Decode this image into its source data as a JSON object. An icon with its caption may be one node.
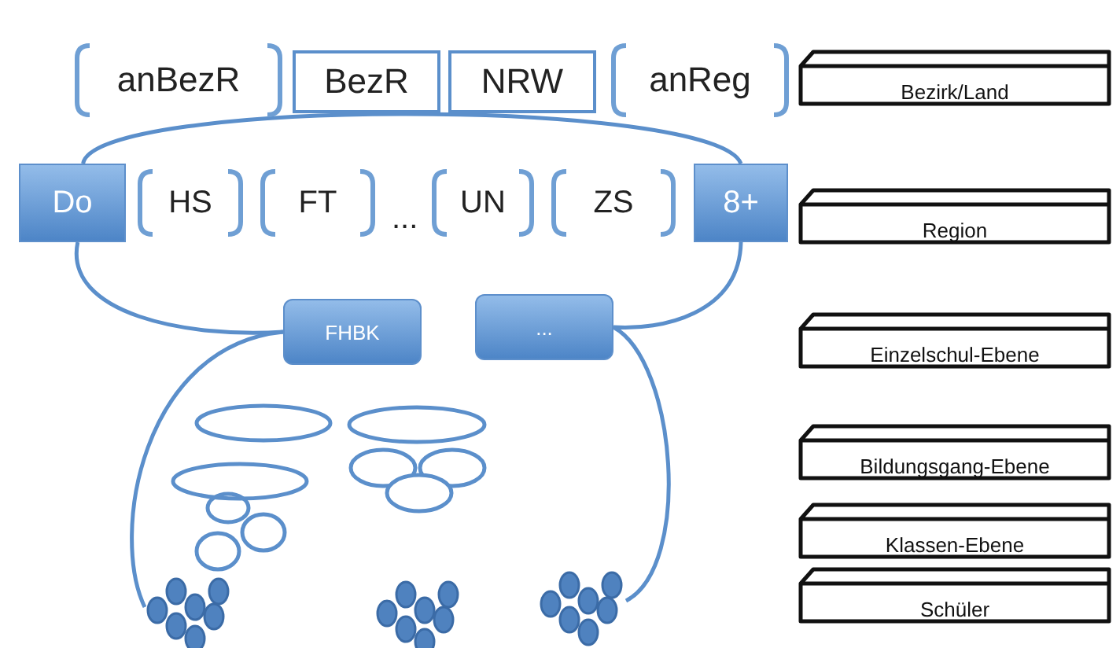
{
  "diagram": {
    "nodes": [
      {
        "text": [
          "anBezR"
        ]
      },
      {
        "text": [
          "BezR"
        ]
      },
      {
        "text": [
          "NRW"
        ]
      },
      {
        "text": [
          "anReg"
        ]
      },
      {
        "text": [
          "Do"
        ]
      },
      {
        "text": [
          "HS"
        ]
      },
      {
        "text": [
          "FT"
        ]
      },
      {
        "text": [
          "UN"
        ]
      },
      {
        "text": [
          "ZS"
        ]
      },
      {
        "text": [
          "8+"
        ]
      },
      {
        "text": [
          "FHBK"
        ]
      },
      {
        "text": [
          "..."
        ]
      },
      {
        "text": [],
        "shape": "ellipse"
      },
      {
        "text": [],
        "shape": "ellipse"
      },
      {
        "text": [],
        "shape": "ellipse"
      },
      {
        "text": [],
        "shape": "ellipse"
      },
      {
        "text": [],
        "shape": "ellipse"
      },
      {
        "text": [],
        "shape": "ellipse"
      },
      {
        "text": [],
        "shape": "ellipse"
      },
      {
        "text": [],
        "shape": "ellipse"
      },
      {
        "text": [],
        "shape": "ellipse"
      },
      {
        "text": [],
        "shape": "dots"
      },
      {
        "text": [],
        "shape": "dots"
      },
      {
        "text": [],
        "shape": "dots"
      },
      {
        "text": [
          "Bezirk/Land"
        ]
      },
      {
        "text": [
          "Region"
        ]
      },
      {
        "text": [
          "Einzelschul-Ebene"
        ]
      },
      {
        "text": [
          "Bildungsgang-Ebene"
        ]
      },
      {
        "text": [
          "Klassen-Ebene"
        ]
      },
      {
        "text": [
          "Schüler"
        ]
      }
    ],
    "edges": [
      {
        "from": 4,
        "to": 9,
        "arrow": "none"
      },
      {
        "from": 4,
        "to": 10,
        "arrow": "none"
      },
      {
        "from": 9,
        "to": 11,
        "arrow": "none"
      },
      {
        "from": 10,
        "to": 21,
        "arrow": "none"
      },
      {
        "from": 11,
        "to": 23,
        "arrow": "none"
      }
    ],
    "labels": [
      "..."
    ]
  }
}
